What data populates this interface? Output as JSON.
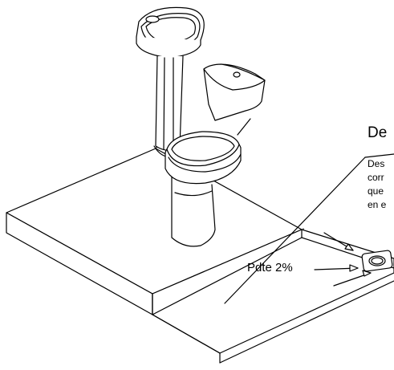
{
  "annotation": {
    "title": "De",
    "lines": [
      "Des",
      "corr",
      "que",
      "en e"
    ]
  },
  "slope_label": "Pdte 2%",
  "colors": {
    "stroke": "#000000",
    "background": "#ffffff"
  }
}
